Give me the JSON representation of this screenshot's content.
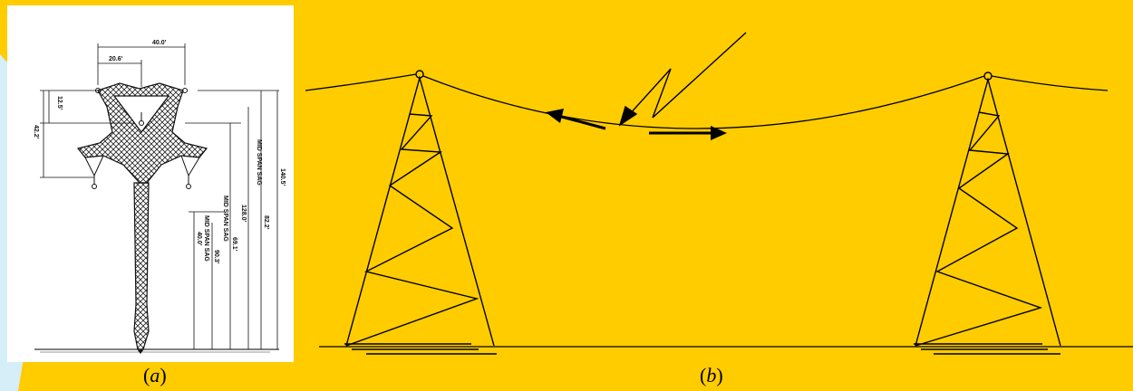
{
  "colors": {
    "background": "#FFCC00",
    "accent_band": "#D6EEF7",
    "ink": "#000000",
    "panel_a_background": "#FFFFFF"
  },
  "panel_a": {
    "caption_open": "(",
    "caption_letter": "a",
    "caption_close": ")",
    "dimensions": {
      "top_width": "40.0'",
      "inner_width": "20.6'",
      "left_upper": "12.5'",
      "left_lower": "42.2'",
      "col_1_value": "40.0'",
      "col_1_label": "MID SPAN SAG",
      "col_2_value": "90.3'",
      "col_3_value": "69.1'",
      "col_3_label": "MID SPAN SAG",
      "col_4_value": "128.0'",
      "col_5_label": "MID SPAN SAG",
      "col_6_value": "82.2'",
      "col_7_value": "140.5'"
    }
  },
  "panel_b": {
    "caption_open": "(",
    "caption_letter": "b",
    "caption_close": ")"
  }
}
